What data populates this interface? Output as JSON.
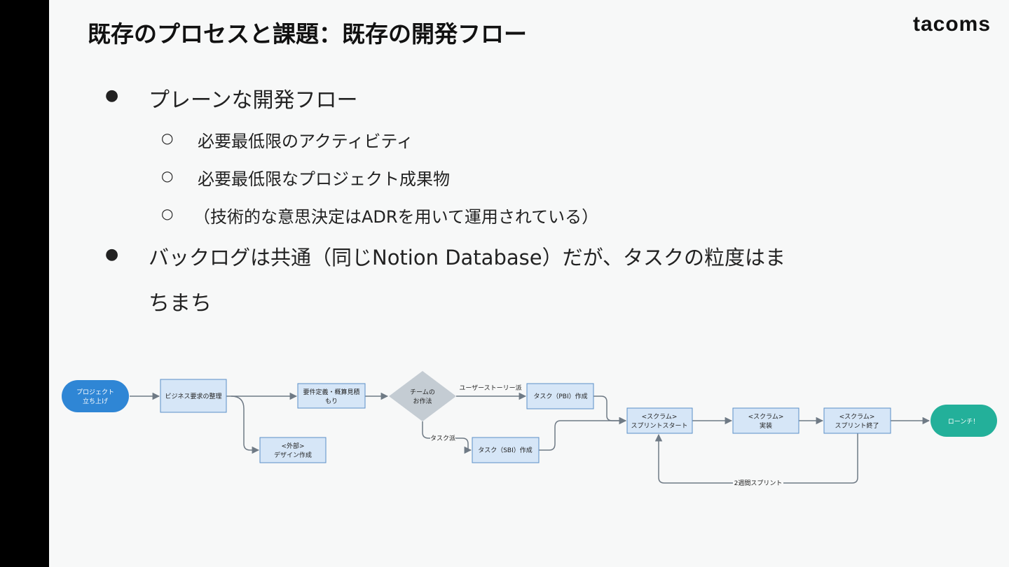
{
  "slide": {
    "title": "既存のプロセスと課題：既存の開発フロー",
    "logo": "tacoms"
  },
  "bullets": {
    "b1": {
      "marker": "●",
      "text": "プレーンな開発フロー"
    },
    "b1_sub": [
      {
        "marker": "○",
        "text": "必要最低限のアクティビティ"
      },
      {
        "marker": "○",
        "text": "必要最低限なプロジェクト成果物"
      },
      {
        "marker": "○",
        "text": "（技術的な意思決定はADRを用いて運用されている）"
      }
    ],
    "b2": {
      "marker": "●",
      "line1": "バックログは共通（同じNotion Database）だが、タスクの粒度はま",
      "line2": "ちまち"
    }
  },
  "diagram": {
    "nodes": {
      "start": [
        "プロジェクト",
        "立ち上げ"
      ],
      "business": [
        "ビジネス要求の整理"
      ],
      "requirements": [
        "要件定義・概算見積",
        "もり"
      ],
      "design": [
        "<外部>",
        "デザイン作成"
      ],
      "decision": [
        "チームの",
        "お作法"
      ],
      "pbi": [
        "タスク（PBI）作成"
      ],
      "sbi": [
        "タスク（SBI）作成"
      ],
      "sprint_start": [
        "<スクラム>",
        "スプリントスタート"
      ],
      "impl": [
        "<スクラム>",
        "実装"
      ],
      "sprint_end": [
        "<スクラム>",
        "スプリント終了"
      ],
      "launch": [
        "ローンチ！"
      ]
    },
    "edge_labels": {
      "user_story": "ユーザーストーリー派",
      "task": "タスク派",
      "two_weeks": "2週間スプリント"
    },
    "colors": {
      "box_fill": "#d6e6f7",
      "box_stroke": "#5b8fc7",
      "start_fill": "#2f86d5",
      "launch_fill": "#23b09a",
      "decision_fill": "#c4ccd3",
      "edge": "#6f7a85"
    }
  }
}
